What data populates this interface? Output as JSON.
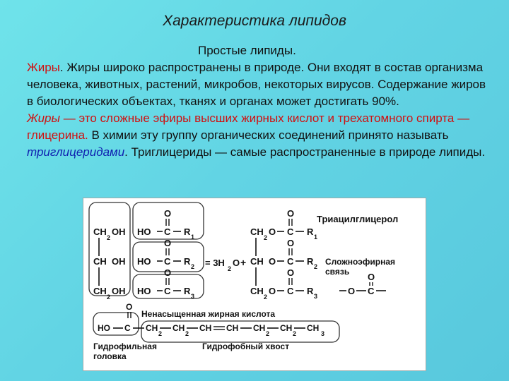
{
  "slide": {
    "title": "Характеристика липидов",
    "subtitle": "Простые липиды.",
    "p1_term": "Жиры",
    "p1_text": ". Жиры широко распространены в природе. Они входят в состав организма человека, животных, растений, микробов, некоторых вирусов. Содержание жиров в биологических объектах, тканях и органах может достигать 90%.",
    "p2_term": "Жиры",
    "p2_definition": " — это сложные эфиры высших жирных кислот и трехатомного спирта — глицерина.",
    "p2_text_a": " В химии эту группу органических соединений принято называть ",
    "p2_term2": "триглицеридами",
    "p2_text_b": ". Триглицериды — самые распространенные в природе липиды."
  },
  "figure": {
    "label_triacylglycerol": "Триацилглицерол",
    "label_ester_bond_1": "Сложноэфирная",
    "label_ester_bond_2": "связь",
    "label_unsat_acid": "Ненасыщенная жирная кислота",
    "label_hydrophilic_1": "Гидрофильная",
    "label_hydrophilic_2": "головка",
    "label_hydrophobic": "Гидрофобный хвост",
    "atom_O": "O",
    "atom_C": "C",
    "atom_CH": "CH",
    "atom_CH2": "CH",
    "sub_2": "2",
    "grp_OH": "OH",
    "grp_HO": "HO",
    "grp_R1": "R",
    "grp_R2": "R",
    "grp_R3": "R",
    "sub_1": "1",
    "sub_3": "3",
    "water_eq": "= 3H",
    "water_O": "O",
    "plus": "+",
    "bond_dash": "—",
    "tail_CH3": "CH"
  }
}
